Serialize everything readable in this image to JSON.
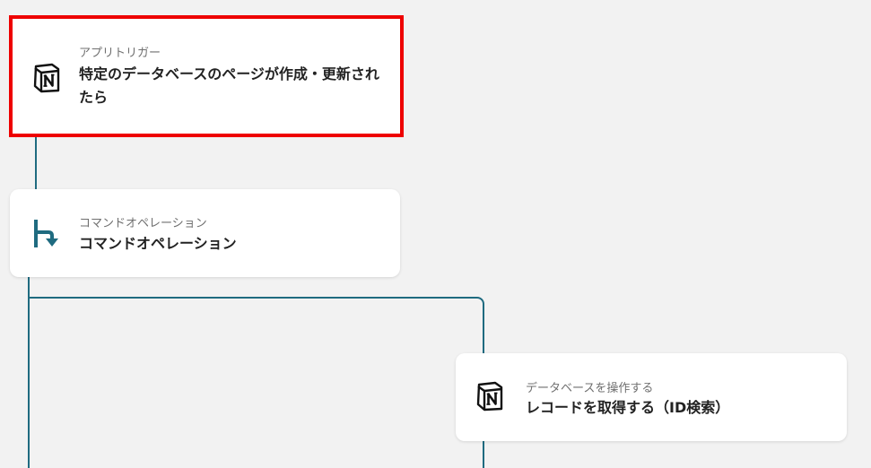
{
  "flow": {
    "trigger": {
      "subtitle": "アプリトリガー",
      "title": "特定のデータベースのページが作成・更新されたら",
      "icon": "notion-icon"
    },
    "command": {
      "subtitle": "コマンドオペレーション",
      "title": "コマンドオペレーション",
      "icon": "branch-icon"
    },
    "db_operation": {
      "subtitle": "データベースを操作する",
      "title": "レコードを取得する（ID検索）",
      "icon": "notion-icon"
    }
  },
  "colors": {
    "connector": "#1f6b80",
    "selected_border": "#ee0000",
    "background": "#f2f2f2"
  }
}
